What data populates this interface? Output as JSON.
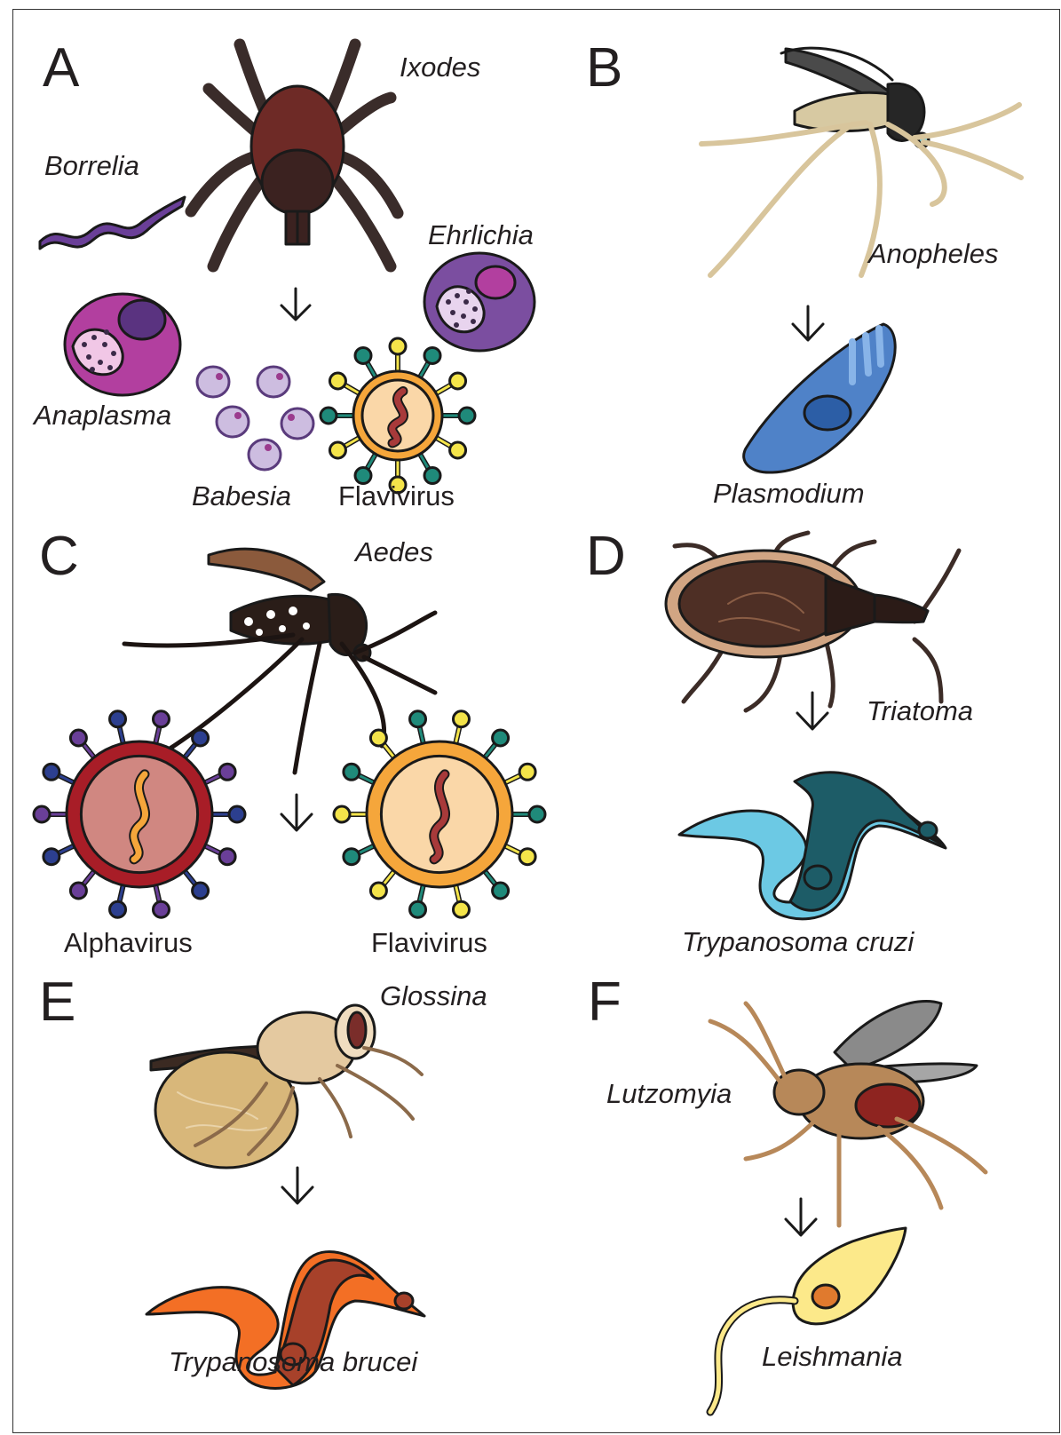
{
  "colors": {
    "tick_body": "#6e2a26",
    "tick_scutum": "#3b2220",
    "tick_legs": "#3a2c2a",
    "anaplasma": "#b23f9f",
    "ehrlichia": "#7b4ea0",
    "borrelia": "#6a3f98",
    "babesia": "#cdbde0",
    "flavivirus_shell": "#f5a63b",
    "flavivirus_core": "#fad7a8",
    "alphavirus_shell": "#a81d27",
    "alphavirus_core": "#d08781",
    "plasmodium": "#4f82c8",
    "triatoma": "#4e2f25",
    "t_cruzi": "#6cc9e4",
    "t_cruzi_dark": "#1d5c67",
    "t_brucei": "#f36f25",
    "t_brucei_dark": "#a7412a",
    "glossina": "#d8b77a",
    "lutzomyia": "#b78859",
    "leishmania": "#fce98a"
  },
  "panels": {
    "A": {
      "letter": "A",
      "vector": "Ixodes",
      "pathogens": [
        "Borrelia",
        "Ehrlichia",
        "Anaplasma",
        "Babesia",
        "Flavivirus"
      ]
    },
    "B": {
      "letter": "B",
      "vector": "Anopheles",
      "pathogens": [
        "Plasmodium"
      ]
    },
    "C": {
      "letter": "C",
      "vector": "Aedes",
      "pathogens": [
        "Alphavirus",
        "Flavivirus"
      ]
    },
    "D": {
      "letter": "D",
      "vector": "Triatoma",
      "pathogens": [
        "Trypanosoma cruzi"
      ]
    },
    "E": {
      "letter": "E",
      "vector": "Glossina",
      "pathogens": [
        "Trypanosoma brucei"
      ]
    },
    "F": {
      "letter": "F",
      "vector": "Lutzomyia",
      "pathogens": [
        "Leishmania"
      ]
    }
  }
}
